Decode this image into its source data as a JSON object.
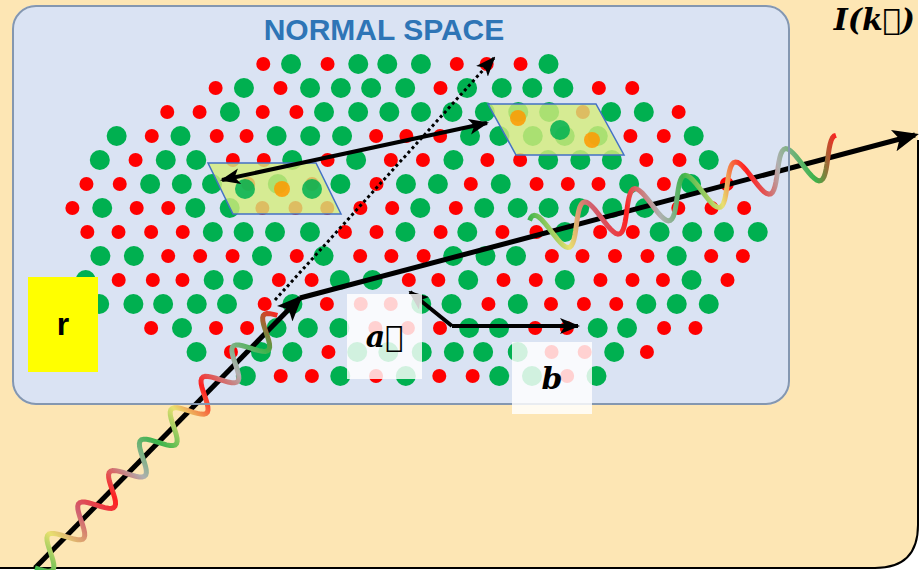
{
  "diagram": {
    "nodes": [
      {
        "text": [
          "NORMAL SPACE"
        ]
      },
      {
        "text": [
          "r"
        ],
        "in": 0
      },
      {
        "text": [
          "a⃗"
        ],
        "in": 0
      },
      {
        "text": [
          "b"
        ],
        "in": 0
      }
    ],
    "labels": [
      "I(k⃗)"
    ]
  }
}
